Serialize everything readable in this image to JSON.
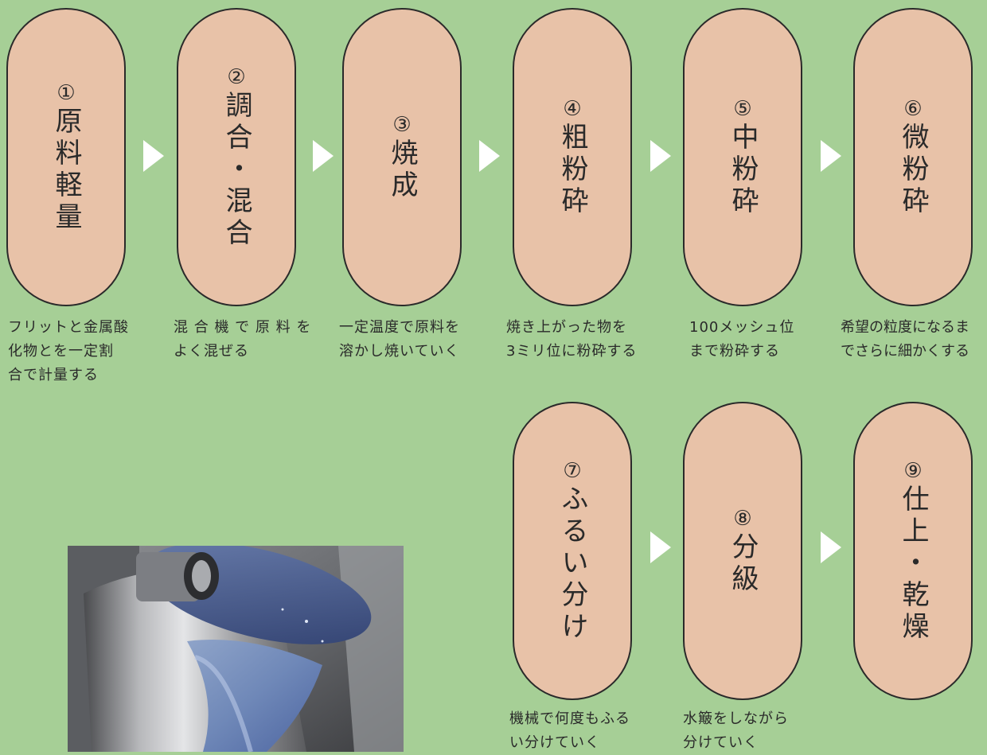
{
  "steps": [
    {
      "num": "①",
      "label": "原料軽量"
    },
    {
      "num": "②",
      "label": "調合・混合"
    },
    {
      "num": "③",
      "label": "焼成"
    },
    {
      "num": "④",
      "label": "粗粉砕"
    },
    {
      "num": "⑤",
      "label": "中粉砕"
    },
    {
      "num": "⑥",
      "label": "微粉砕"
    },
    {
      "num": "⑦",
      "label": "ふるい分け"
    },
    {
      "num": "⑧",
      "label": "分級"
    },
    {
      "num": "⑨",
      "label": "仕上・乾燥"
    }
  ],
  "descriptions": [
    {
      "lines": [
        "フリットと金属酸",
        "化物とを一定割",
        "合で計量する"
      ]
    },
    {
      "lines": [
        "混 合 機 で 原 料 を",
        "よく混ぜる"
      ]
    },
    {
      "lines": [
        "一定温度で原料を",
        "溶かし焼いていく"
      ]
    },
    {
      "lines": [
        "焼き上がった物を",
        "3ミリ位に粉砕する"
      ]
    },
    {
      "lines": [
        "100メッシュ位",
        "まで粉砕する"
      ]
    },
    {
      "lines": [
        "希望の粒度になるま",
        "でさらに細かくする"
      ]
    },
    {
      "lines": [
        "機械で何度もふる",
        "い分けていく"
      ]
    },
    {
      "lines": [
        "水簸をしながら",
        "分けていく"
      ]
    }
  ],
  "colors": {
    "background": "#a6cf96",
    "step_fill": "#e8c2a8",
    "arrow": "#ffffff"
  },
  "photo": {
    "icon": "glaze-pouring-photo"
  }
}
